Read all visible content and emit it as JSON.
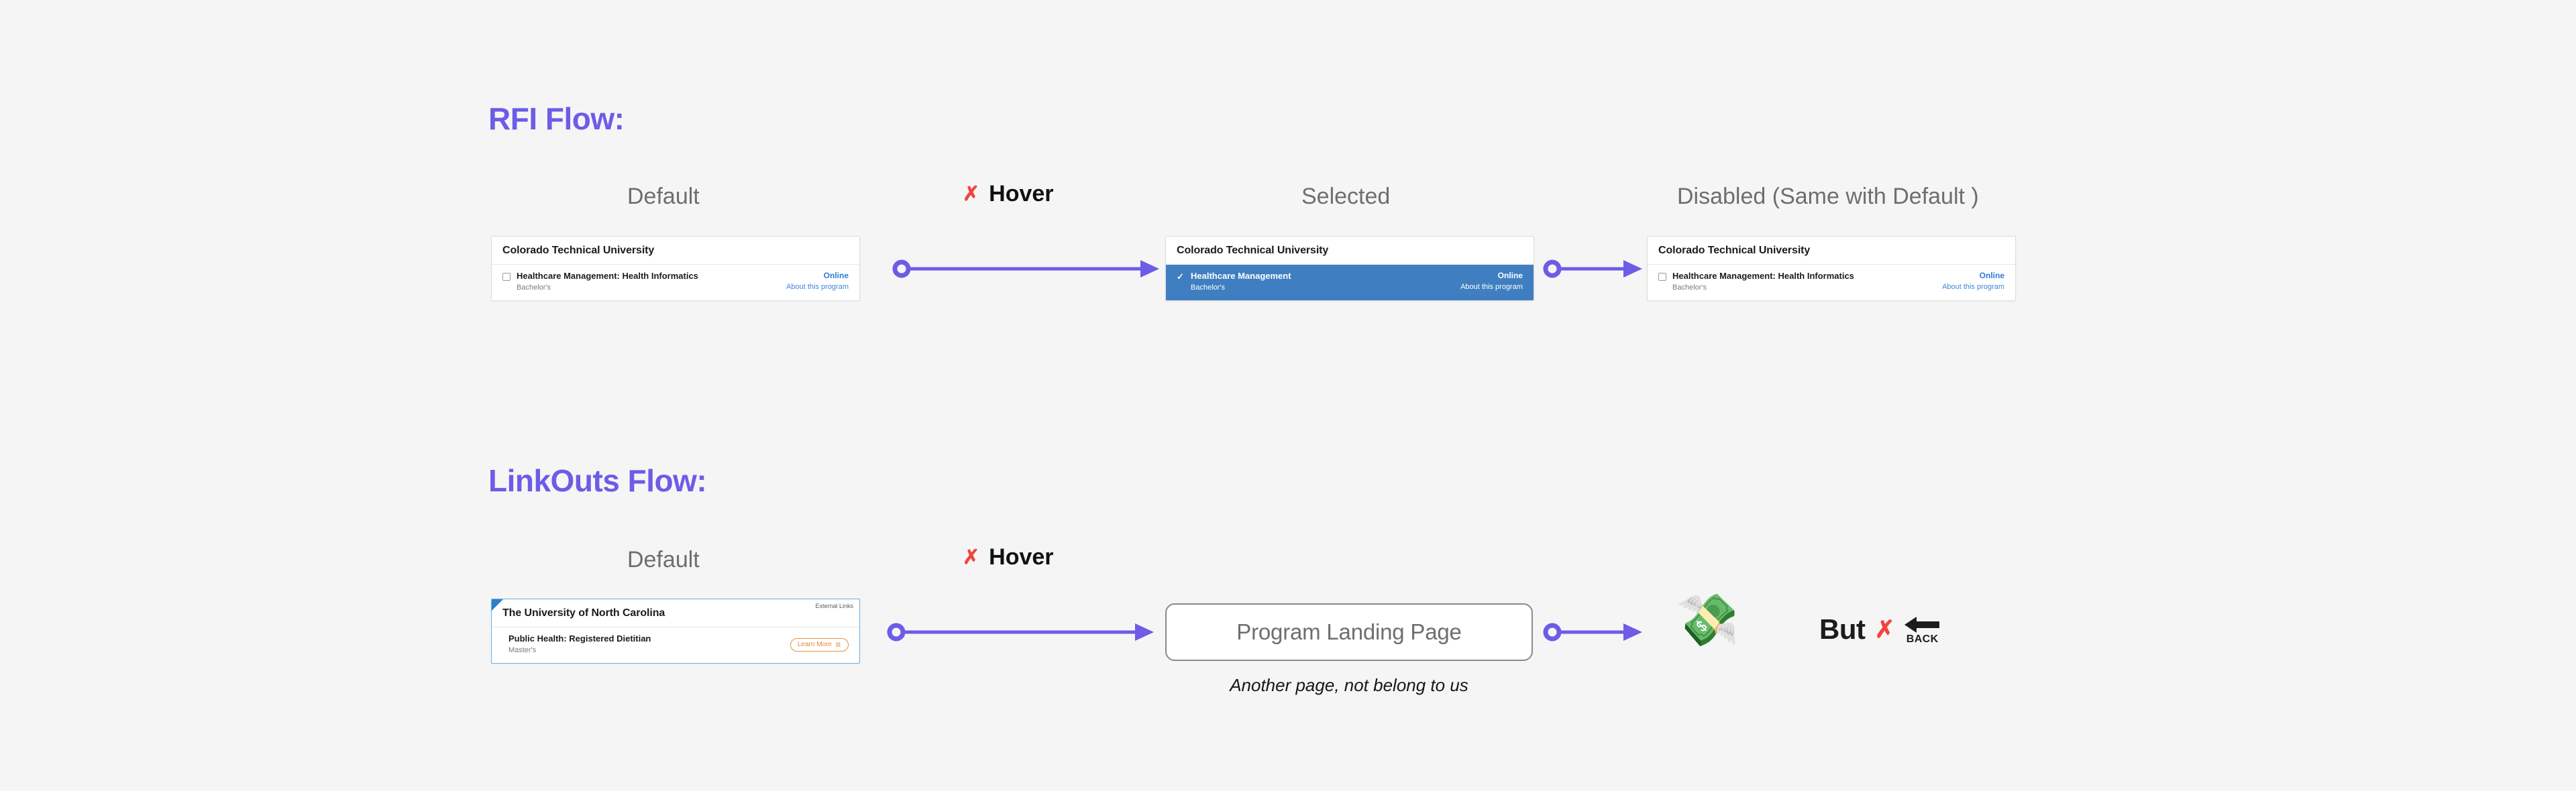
{
  "theme": {
    "background": "#f5f5f5",
    "accent_purple": "#6c5ce7",
    "selected_blue": "#3f7fc1",
    "link_blue": "#3f86d8",
    "orange": "#e08b38",
    "red_x": "#f0443e"
  },
  "sections": {
    "rfi": {
      "title": "RFI Flow:",
      "columns": [
        {
          "label": "Default",
          "state": "default"
        },
        {
          "label": "Hover",
          "state": "hover",
          "prefix_icon": "red-x-icon"
        },
        {
          "label": "Selected",
          "state": "selected"
        },
        {
          "label": "Disabled (Same with Default )",
          "state": "disabled"
        }
      ],
      "cards": [
        {
          "school": "Colorado Technical University",
          "program": "Healthcare Management: Health Informatics",
          "degree": "Bachelor's",
          "modality": "Online",
          "about": "About this program",
          "checked": false
        },
        {
          "school": "Colorado Technical University",
          "program": "Healthcare Management",
          "degree": "Bachelor's",
          "modality": "Online",
          "about": "About this program",
          "checked": true
        },
        {
          "school": "Colorado Technical University",
          "program": "Healthcare Management: Health Informatics",
          "degree": "Bachelor's",
          "modality": "Online",
          "about": "About this program",
          "checked": false
        }
      ]
    },
    "linkouts": {
      "title": "LinkOuts Flow:",
      "columns": [
        {
          "label": "Default",
          "state": "default"
        },
        {
          "label": "Hover",
          "state": "hover",
          "prefix_icon": "red-x-icon"
        }
      ],
      "card": {
        "external_label": "External Links",
        "school": "The University of North Carolina",
        "program": "Public Health: Registered Dietitian",
        "degree": "Master's",
        "cta": "Learn More",
        "cta_icon": "external-link-icon"
      },
      "landing": {
        "label": "Program Landing Page",
        "note": "Another page, not belong to us"
      },
      "outcome": {
        "money_icon": "money-with-wings-emoji",
        "but_text": "But",
        "x_icon": "red-x-icon",
        "back_icon": "back-arrow-icon",
        "back_label": "BACK"
      }
    }
  }
}
